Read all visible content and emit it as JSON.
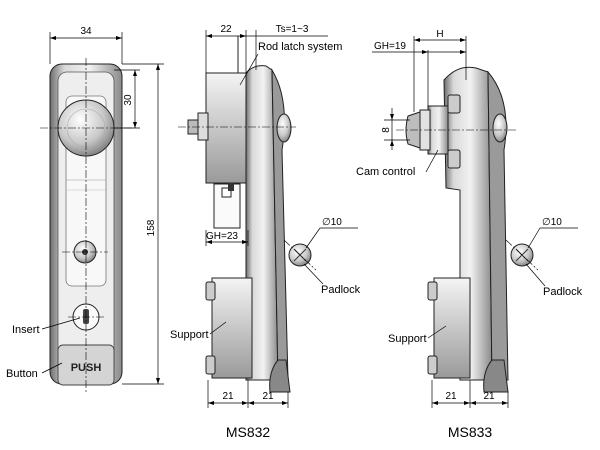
{
  "front_view": {
    "dim_width": "34",
    "dim_height": "158",
    "dim_knob": "30",
    "labels": {
      "insert": "Insert",
      "button": "Button",
      "push": "PUSH"
    }
  },
  "ms832": {
    "model": "MS832",
    "dim_top": "22",
    "dim_ts": "Ts=1~3",
    "dim_gh": "GH=23",
    "dim_bottom_left": "21",
    "dim_bottom_right": "21",
    "dim_padlock_dia": "∅10",
    "labels": {
      "rod_latch": "Rod latch system",
      "padlock": "Padlock",
      "support": "Support"
    }
  },
  "ms833": {
    "model": "MS833",
    "dim_gh": "GH=19",
    "dim_h": "H",
    "dim_cam": "8",
    "dim_bottom_left": "21",
    "dim_bottom_right": "21",
    "dim_padlock_dia": "∅10",
    "labels": {
      "cam_control": "Cam control",
      "padlock": "Padlock",
      "support": "Support"
    }
  }
}
